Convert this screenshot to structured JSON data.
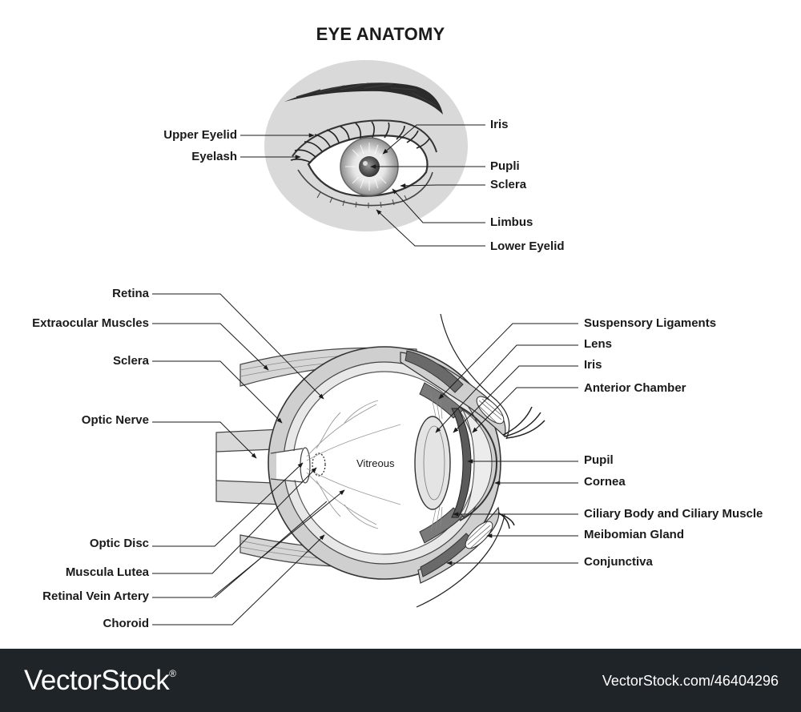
{
  "title": "EYE ANATOMY",
  "external_labels": {
    "upper_eyelid": "Upper Eyelid",
    "eyelash": "Eyelash",
    "iris": "Iris",
    "pupli": "Pupli",
    "sclera": "Sclera",
    "limbus": "Limbus",
    "lower_eyelid": "Lower Eyelid"
  },
  "cross_section_left_labels": {
    "retina": "Retina",
    "extraocular_muscles": "Extraocular Muscles",
    "sclera": "Sclera",
    "optic_nerve": "Optic Nerve",
    "optic_disc": "Optic Disc",
    "musculalutea": "Muscula Lutea",
    "retinal_vein_artery": "Retinal Vein Artery",
    "choroid": "Choroid"
  },
  "cross_section_right_labels": {
    "suspensory_ligaments": "Suspensory Ligaments",
    "lens": "Lens",
    "iris": "Iris",
    "anterior_chamber": "Anterior Chamber",
    "pupil": "Pupil",
    "cornea": "Cornea",
    "ciliary_body": "Ciliary Body and Ciliary Muscle",
    "meibomian_gland": "Meibomian Gland",
    "conjunctiva": "Conjunctiva"
  },
  "inner_label": "Vitreous",
  "footer": {
    "brand": "VectorStock",
    "reg_mark": "®",
    "stock_url": "VectorStock.com/46404296"
  },
  "colors": {
    "footer_bg": "#1f2429",
    "tissue_gray": "#cfcfcf",
    "dark_gray": "#5a5a5a",
    "line": "#222222"
  }
}
